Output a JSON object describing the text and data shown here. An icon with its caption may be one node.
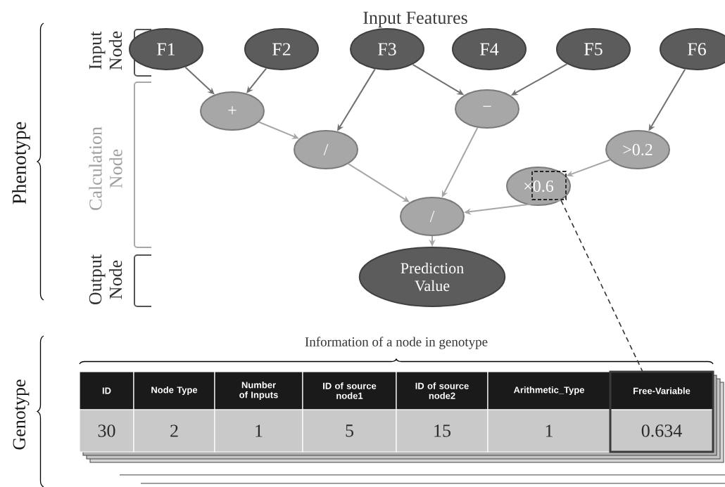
{
  "diagram": {
    "nodes": [
      {
        "text": [
          "F1"
        ]
      },
      {
        "text": [
          "F2"
        ]
      },
      {
        "text": [
          "F3"
        ]
      },
      {
        "text": [
          "F4"
        ]
      },
      {
        "text": [
          "F5"
        ]
      },
      {
        "text": [
          "F6"
        ]
      },
      {
        "text": [
          "+"
        ]
      },
      {
        "text": [
          "/"
        ]
      },
      {
        "text": [
          "−"
        ]
      },
      {
        "text": [
          ">0.2"
        ]
      },
      {
        "text": [
          "×0.6"
        ]
      },
      {
        "text": [
          "/"
        ]
      },
      {
        "text": [
          "Prediction Value"
        ]
      },
      {
        "text": [
          "Free-Variable",
          "0.634"
        ]
      }
    ],
    "edges": [
      {
        "from": 0,
        "to": 6,
        "arrow": "to"
      },
      {
        "from": 1,
        "to": 6,
        "arrow": "to"
      },
      {
        "from": 6,
        "to": 7,
        "arrow": "to",
        "color": "#a6a6a6"
      },
      {
        "from": 2,
        "to": 7,
        "arrow": "to"
      },
      {
        "from": 2,
        "to": 8,
        "arrow": "to"
      },
      {
        "from": 4,
        "to": 8,
        "arrow": "to"
      },
      {
        "from": 5,
        "to": 9,
        "arrow": "to"
      },
      {
        "from": 7,
        "to": 11,
        "arrow": "to",
        "color": "#a6a6a6"
      },
      {
        "from": 8,
        "to": 11,
        "arrow": "to",
        "color": "#a6a6a6"
      },
      {
        "from": 9,
        "to": 10,
        "arrow": "to",
        "color": "#a6a6a6"
      },
      {
        "from": 10,
        "to": 11,
        "arrow": "to",
        "color": "#a6a6a6"
      },
      {
        "from": 11,
        "to": 12,
        "arrow": "to",
        "color": "#a6a6a6"
      },
      {
        "from": 10,
        "to": 13,
        "arrow": "none",
        "style": "dashed",
        "color": "#333333"
      }
    ],
    "labels": [
      "Input Features",
      "Phenotype",
      "Input Node",
      "Calculation Node",
      "Output Node",
      "Information of a node in genotype",
      "Genotype",
      "ID",
      "Node Type",
      "Number of Inputs",
      "ID of source node1",
      "ID of source node2",
      "Arithmetic_Type",
      "30",
      "2",
      "1",
      "5",
      "15",
      "1"
    ]
  }
}
